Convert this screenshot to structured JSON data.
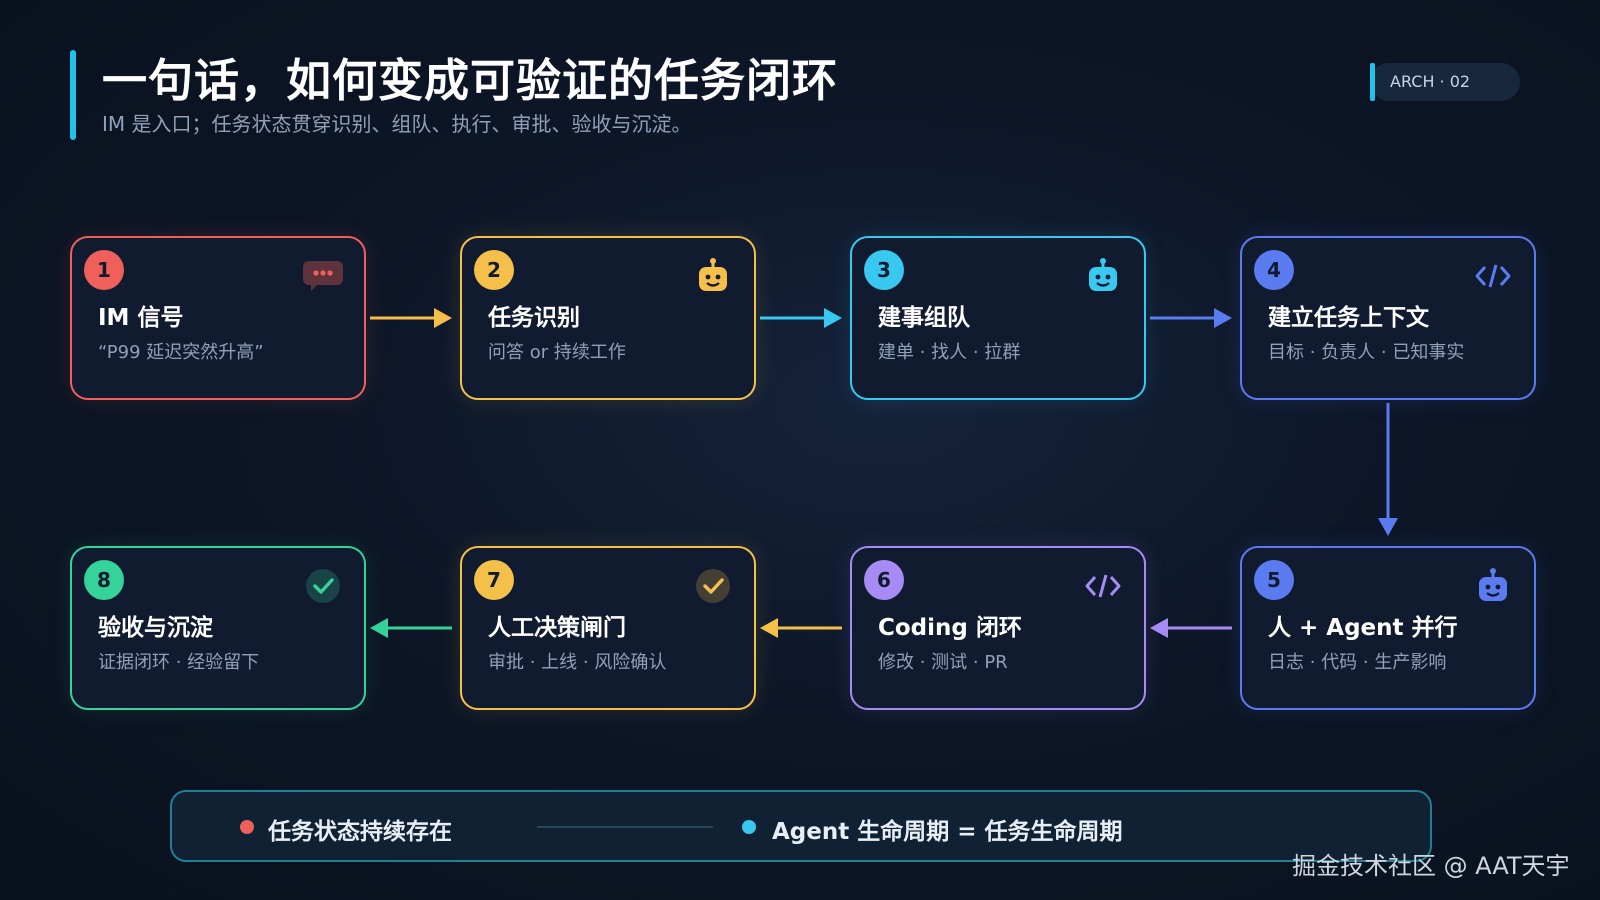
{
  "header": {
    "title": "一句话，如何变成可验证的任务闭环",
    "subtitle": "IM 是入口；任务状态贯穿识别、组队、执行、审批、验收与沉淀。",
    "tag": "ARCH · 02"
  },
  "nodes": [
    {
      "num": "1",
      "title": "IM 信号",
      "desc": "“P99 延迟突然升高”",
      "icon": "chat-icon",
      "color": "#f0605a"
    },
    {
      "num": "2",
      "title": "任务识别",
      "desc": "问答 or 持续工作",
      "icon": "robot-icon",
      "color": "#f5c04a"
    },
    {
      "num": "3",
      "title": "建事组队",
      "desc": "建单 · 找人 · 拉群",
      "icon": "robot-icon",
      "color": "#38c8f0"
    },
    {
      "num": "4",
      "title": "建立任务上下文",
      "desc": "目标 · 负责人 · 已知事实",
      "icon": "code-icon",
      "color": "#5b7cf0"
    },
    {
      "num": "5",
      "title": "人 + Agent 并行",
      "desc": "日志 · 代码 · 生产影响",
      "icon": "robot-icon",
      "color": "#5b7cf0"
    },
    {
      "num": "6",
      "title": "Coding 闭环",
      "desc": "修改 · 测试 · PR",
      "icon": "code-icon",
      "color": "#a78bf5"
    },
    {
      "num": "7",
      "title": "人工决策闸门",
      "desc": "审批 · 上线 · 风险确认",
      "icon": "check-icon",
      "color": "#f5c04a"
    },
    {
      "num": "8",
      "title": "验收与沉淀",
      "desc": "证据闭环 · 经验留下",
      "icon": "check-icon",
      "color": "#34d399"
    }
  ],
  "footer": {
    "left_text": "任务状态持续存在",
    "left_dot_color": "#f0605a",
    "right_text": "Agent 生命周期 = 任务生命周期",
    "right_dot_color": "#38c8f0"
  },
  "watermark": "掘金技术社区 @ AAT天宇"
}
